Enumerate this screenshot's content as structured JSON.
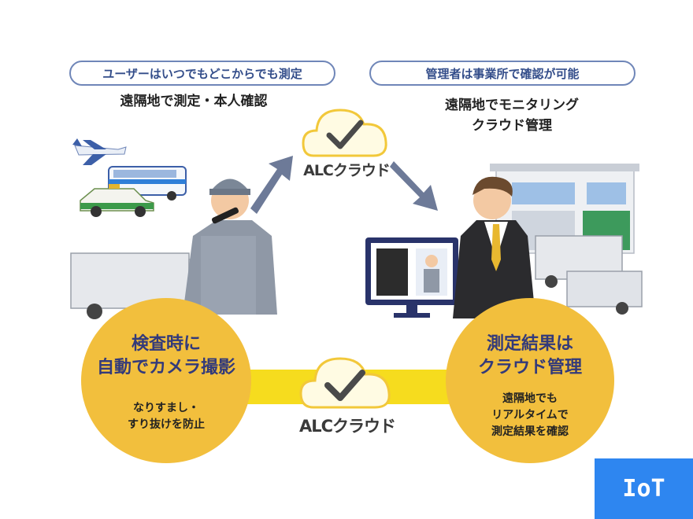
{
  "left_pill": "ユーザーはいつでもどこからでも測定",
  "right_pill": "管理者は事業所で確認が可能",
  "left_caption": "遠隔地で測定・本人確認",
  "right_caption_line1": "遠隔地でモニタリング",
  "right_caption_line2": "クラウド管理",
  "cloud_top_label": "ALCクラウド",
  "cloud_bottom_label": "ALCクラウド",
  "left_circle": {
    "title_line1": "検査時に",
    "title_line2": "自動でカメラ撮影",
    "sub_line1": "なりすまし・",
    "sub_line2": "すり抜けを防止"
  },
  "right_circle": {
    "title_line1": "測定結果は",
    "title_line2": "クラウド管理",
    "sub_line1": "遠隔地でも",
    "sub_line2": "リアルタイムで",
    "sub_line3": "測定結果を確認"
  },
  "badge": "IoT",
  "colors": {
    "circle_fill": "#f2bf3d",
    "band": "#f6dc1e",
    "arrow": "#6d7a98",
    "pill_border": "#6f86b8",
    "badge": "#2e86f0"
  },
  "icons": [
    "airplane-icon",
    "bus-icon",
    "taxi-icon",
    "truck-icon",
    "worker-icon",
    "manager-icon",
    "monitor-icon",
    "office-building-icon",
    "cloud-check-icon"
  ]
}
